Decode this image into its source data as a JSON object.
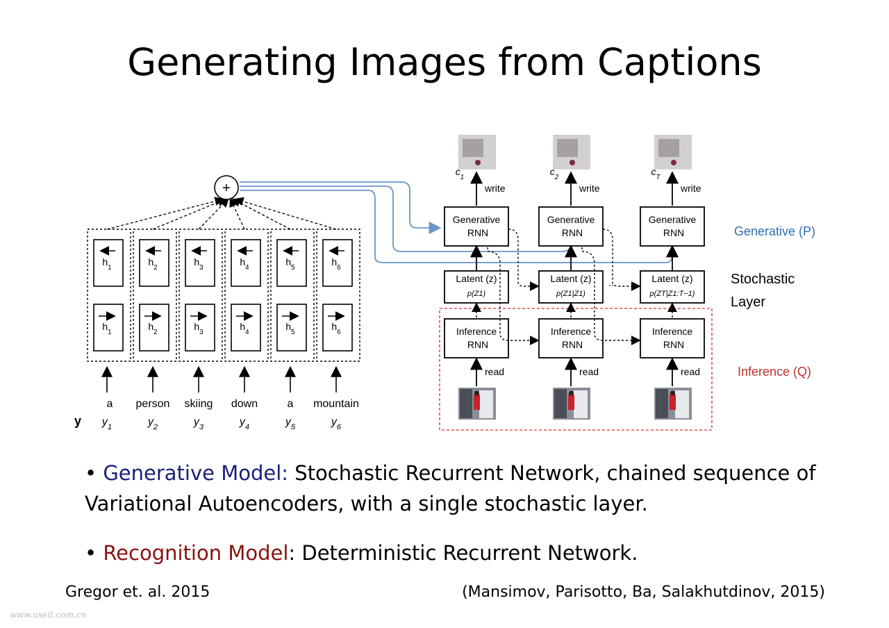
{
  "title": "Generating Images from Captions",
  "diagram": {
    "encoder": {
      "backward_labels": [
        "h1",
        "h2",
        "h3",
        "h4",
        "h5",
        "h6"
      ],
      "forward_labels": [
        "h1",
        "h2",
        "h3",
        "h4",
        "h5",
        "h6"
      ],
      "words": [
        "a",
        "person",
        "skiing",
        "down",
        "a",
        "mountain"
      ],
      "y_symbol": "y",
      "y_labels": [
        "y1",
        "y2",
        "y3",
        "y4",
        "y5",
        "y6"
      ],
      "sum_symbol": "+"
    },
    "canvas_labels": [
      "c1",
      "c2",
      "cT"
    ],
    "write_label": "write",
    "read_label": "read",
    "generative_rnn": {
      "line1": "Generative",
      "line2": "RNN"
    },
    "latent": {
      "title": "Latent (z)",
      "formulas": [
        "p(Z1)",
        "p(Z1|Z1)",
        "p(ZT|Z1:T−1)"
      ]
    },
    "inference_rnn": {
      "line1": "Inference",
      "line2": "RNN"
    },
    "ellipsis": "...",
    "side_labels": {
      "generative": "Generative (P)",
      "stochastic_line1": "Stochastic",
      "stochastic_line2": "Layer",
      "inference": "Inference (Q)"
    },
    "colors": {
      "generative": "#2e6fb0",
      "inference": "#c0302f",
      "connector": "#6a94c6",
      "dashed_box": "#e05050"
    }
  },
  "bullets": [
    {
      "label": "Generative Model:",
      "text": " Stochastic Recurrent Network, chained sequence of Variational Autoencoders, with a single stochastic layer.",
      "label_color": "#1a1f7a"
    },
    {
      "label": "Recognition Model",
      "text": ": Deterministic Recurrent Network.",
      "label_color": "#8a1212"
    }
  ],
  "footer": {
    "left": "Gregor et. al. 2015",
    "right": "(Mansimov, Parisotto, Ba, Salakhutdinov, 2015)"
  },
  "watermark": "www.useit.com.cn"
}
